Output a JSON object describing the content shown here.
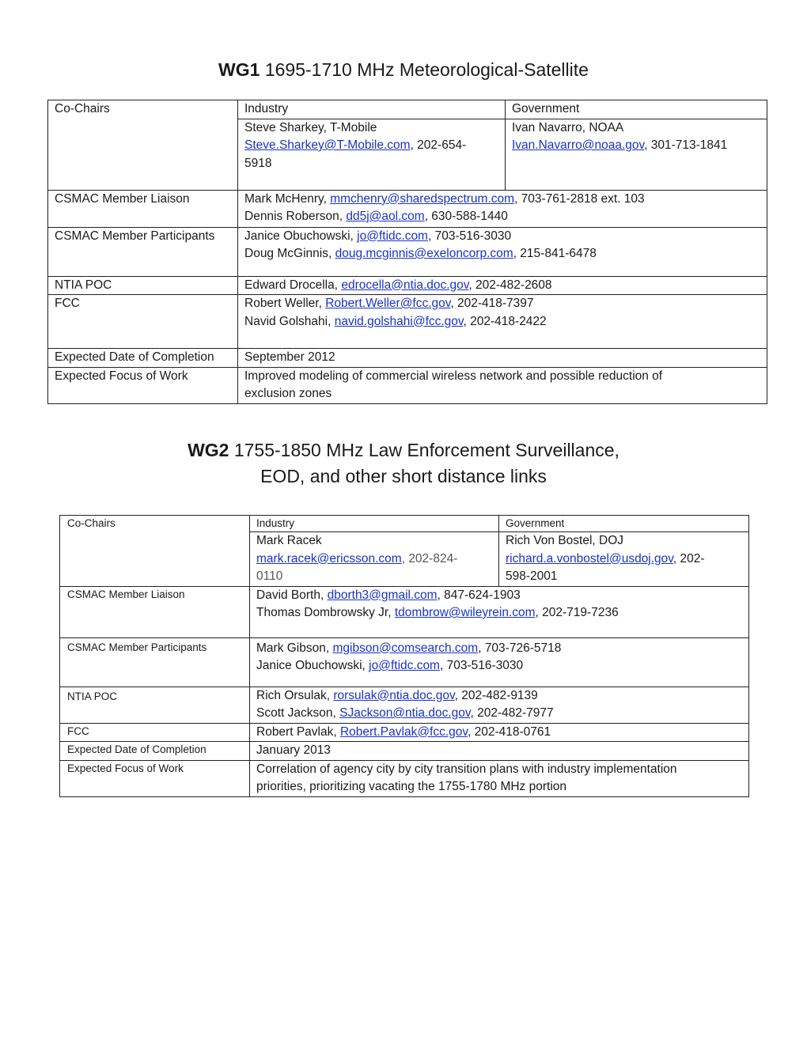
{
  "wg1": {
    "title_bold": "WG1",
    "title_rest": " 1695-1710 MHz Meteorological-Satellite",
    "rows": {
      "cochairs": {
        "label": "Co-Chairs",
        "industry_header": "Industry",
        "government_header": "Government",
        "industry_name": "Steve Sharkey, T-Mobile",
        "industry_email": "Steve.Sharkey@T-Mobile.com",
        "industry_phone_a": ", 202-654-",
        "industry_phone_b": "5918",
        "government_name": "Ivan Navarro, NOAA",
        "government_email": "Ivan.Navarro@noaa.gov",
        "government_phone": ", 301-713-1841"
      },
      "liaison": {
        "label": "CSMAC Member Liaison",
        "l1_pre": "Mark McHenry, ",
        "l1_email": "mmchenry@sharedspectrum.com",
        "l1_post": ", 703-761-2818 ext. 103",
        "l2_pre": "Dennis Roberson, ",
        "l2_email": "dd5j@aol.com",
        "l2_post": ", 630-588-1440"
      },
      "participants": {
        "label": "CSMAC Member Participants",
        "l1_pre": "Janice Obuchowski, ",
        "l1_email": "jo@ftidc.com",
        "l1_post": ", 703-516-3030",
        "l2_pre": "Doug McGinnis, ",
        "l2_email": "doug.mcginnis@exeloncorp.com",
        "l2_post": ", 215-841-6478"
      },
      "ntia": {
        "label": "NTIA POC",
        "l1_pre": "Edward  Drocella, ",
        "l1_email": "edrocella@ntia.doc.gov",
        "l1_post": ", 202-482-2608"
      },
      "fcc": {
        "label": "FCC",
        "l1_pre": "Robert Weller, ",
        "l1_email": "Robert.Weller@fcc.gov",
        "l1_post": ", 202-418-7397",
        "l2_pre": "Navid Golshahi, ",
        "l2_email": "navid.golshahi@fcc.gov",
        "l2_post": ", 202-418-2422"
      },
      "completion": {
        "label": "Expected Date of Completion",
        "value": "September 2012"
      },
      "focus": {
        "label": "Expected Focus of Work",
        "l1": "Improved modeling of commercial wireless network and possible reduction of",
        "l2": "exclusion zones"
      }
    }
  },
  "wg2": {
    "title_bold": "WG2",
    "title_rest": " 1755-1850 MHz Law Enforcement Surveillance,",
    "title_line2": "EOD, and other short distance links",
    "rows": {
      "cochairs": {
        "label": "Co-Chairs",
        "industry_header": "Industry",
        "government_header": "Government",
        "industry_name": "Mark Racek",
        "industry_email": "mark.racek@ericsson.com",
        "industry_phone_a": ", 202-824-",
        "industry_phone_b": "0110",
        "government_name": "Rich Von Bostel, DOJ",
        "government_email": "richard.a.vonbostel@usdoj.gov",
        "government_phone_a": ", 202-",
        "government_phone_b": "598-2001"
      },
      "liaison": {
        "label": "CSMAC Member Liaison",
        "l1_pre": "David Borth,  ",
        "l1_email": "dborth3@gmail.com",
        "l1_post": ", 847-624-1903",
        "l2_pre": "Thomas Dombrowsky Jr, ",
        "l2_email": "tdombrow@wileyrein.com",
        "l2_post": ", 202-719-7236"
      },
      "participants": {
        "label": "CSMAC Member Participants",
        "l1_pre": "Mark Gibson,  ",
        "l1_email": "mgibson@comsearch.com",
        "l1_post": ", 703-726-5718",
        "l2_pre": "Janice Obuchowski,  ",
        "l2_email": "jo@ftidc.com",
        "l2_post": ", 703-516-3030"
      },
      "ntia": {
        "label": "NTIA POC",
        "l1_pre": "Rich Orsulak, ",
        "l1_email": "rorsulak@ntia.doc.gov",
        "l1_post": ", 202-482-9139",
        "l2_pre": "Scott Jackson, ",
        "l2_email": "SJackson@ntia.doc.gov",
        "l2_post": ", 202-482-7977"
      },
      "fcc": {
        "label": "FCC",
        "l1_pre": "Robert Pavlak, ",
        "l1_email": "Robert.Pavlak@fcc.gov",
        "l1_post": ", 202-418-0761"
      },
      "completion": {
        "label": "Expected Date of Completion",
        "value": "January 2013"
      },
      "focus": {
        "label": "Expected Focus of Work",
        "l1": "Correlation of agency city by city transition plans with industry implementation",
        "l2": "priorities, prioritizing vacating the 1755-1780 MHz portion"
      }
    }
  }
}
